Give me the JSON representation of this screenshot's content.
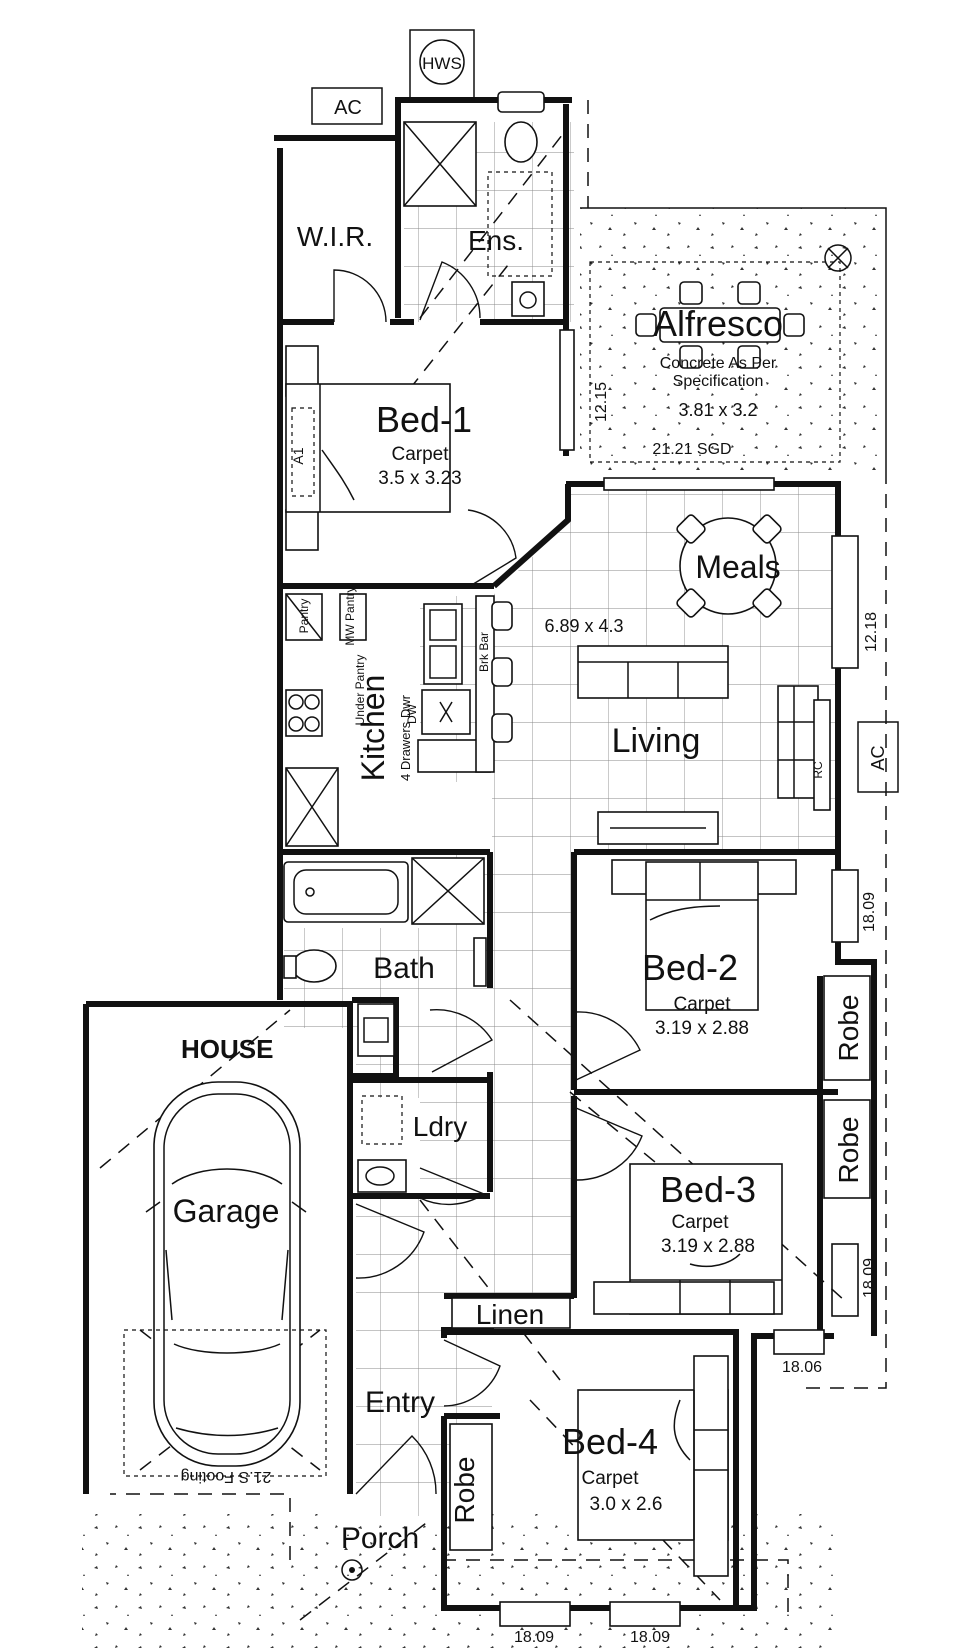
{
  "plan": {
    "title": "HOUSE",
    "rooms": {
      "wir": "W.I.R.",
      "ens": "Ens.",
      "alfresco": "Alfresco",
      "alfresco_note_1": "Concrete As Per",
      "alfresco_note_2": "Specification",
      "alfresco_size": "3.81 x 3.2",
      "bed1": "Bed-1",
      "bed1_floor": "Carpet",
      "bed1_size": "3.5 x 3.23",
      "meals": "Meals",
      "living_size": "6.89 x 4.3",
      "living": "Living",
      "kitchen": "Kitchen",
      "kitchen_note": "4 Drawers Dwr",
      "pantry": "Pantry",
      "mw_pantry": "MW Pantry",
      "under_pantry": "Under Pantry",
      "dw": "DW",
      "brekky_bar": "Brk Bar",
      "bath": "Bath",
      "bed2": "Bed-2",
      "bed2_floor": "Carpet",
      "bed2_size": "3.19 x 2.88",
      "robe": "Robe",
      "ldry": "Ldry",
      "garage": "Garage",
      "bed3": "Bed-3",
      "bed3_floor": "Carpet",
      "bed3_size": "3.19 x 2.88",
      "linen": "Linen",
      "entry": "Entry",
      "bed4": "Bed-4",
      "bed4_floor": "Carpet",
      "bed4_size": "3.0 x 2.6",
      "porch": "Porch",
      "slab_note": "21.S Footing"
    },
    "fixtures": {
      "hws": "HWS",
      "ac": "AC",
      "a1": "A1",
      "rc": "RC"
    },
    "dimensions": {
      "d1215": "12.15",
      "d2121sgd": "21.21 SGD",
      "d1218": "12.18",
      "d1809a": "18.09",
      "d1809b": "18.09",
      "d1806": "18.06",
      "d1809c": "18.09",
      "d1809d": "18.09"
    }
  }
}
